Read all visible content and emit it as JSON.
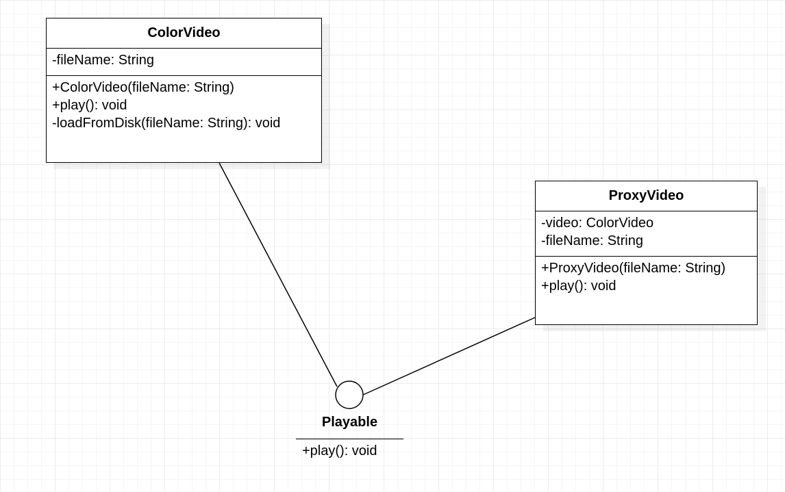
{
  "classes": {
    "color_video": {
      "name": "ColorVideo",
      "attributes": [
        "-fileName: String"
      ],
      "operations": [
        "+ColorVideo(fileName: String)",
        "+play(): void",
        "-loadFromDisk(fileName: String): void"
      ]
    },
    "proxy_video": {
      "name": "ProxyVideo",
      "attributes": [
        "-video: ColorVideo",
        "-fileName: String"
      ],
      "operations": [
        "+ProxyVideo(fileName: String)",
        "+play(): void"
      ]
    }
  },
  "interface": {
    "name": "Playable",
    "operations": [
      "+play(): void"
    ]
  },
  "colors": {
    "line": "#000000",
    "fill": "#ffffff",
    "grid": "#ececec"
  }
}
